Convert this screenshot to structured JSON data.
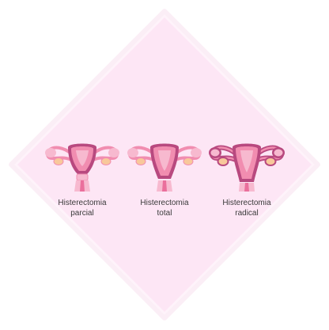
{
  "colors": {
    "diamond_fill": "#fde6f5",
    "diamond_border": "#fbf0f7",
    "tissue_light": "#f7b9cf",
    "tissue_mid": "#f18db0",
    "tissue_inner": "#ea6f9c",
    "removed_part": "#b8497f",
    "ovary": "#f8c89b",
    "outline": "#8c2a63"
  },
  "procedures": [
    {
      "line1": "Histerectomia",
      "line2": "parcial",
      "icon": "uterus-partial-hysterectomy-icon"
    },
    {
      "line1": "Histerectomia",
      "line2": "total",
      "icon": "uterus-total-hysterectomy-icon"
    },
    {
      "line1": "Histerectomia",
      "line2": "radical",
      "icon": "uterus-radical-hysterectomy-icon"
    }
  ]
}
